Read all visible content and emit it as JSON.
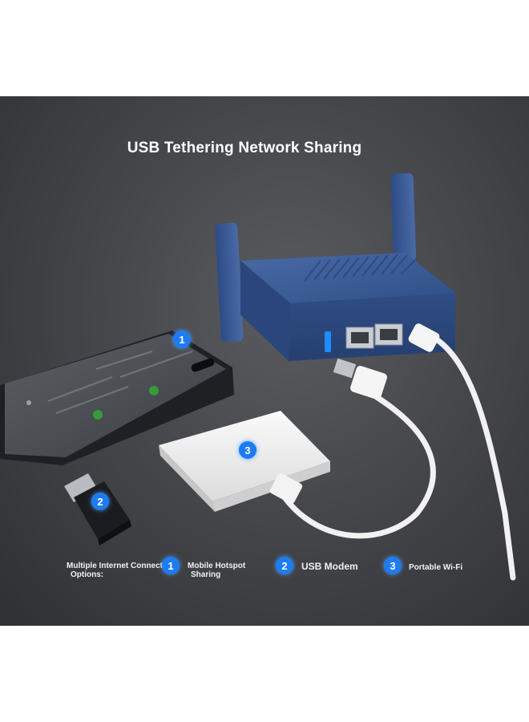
{
  "headline": "USB Tethering Network Sharing",
  "badges": {
    "phone": "1",
    "dongle": "2",
    "mifi": "3"
  },
  "legend": {
    "intro_line1": "Multiple Internet Connection",
    "intro_line2": "Options:",
    "items": [
      {
        "number": "1",
        "label_line1": "Mobile Hotspot",
        "label_line2": "Sharing"
      },
      {
        "number": "2",
        "label_line1": "USB Modem"
      },
      {
        "number": "3",
        "label_line1": "Portable Wi-Fi"
      }
    ]
  },
  "colors": {
    "badge": "#1e7cf2",
    "router": "#34558f",
    "background": "#4a4c50"
  },
  "icons": [
    "router-image",
    "smartphone-image",
    "usb-dongle-image",
    "portable-wifi-image",
    "usb-cable-image"
  ]
}
